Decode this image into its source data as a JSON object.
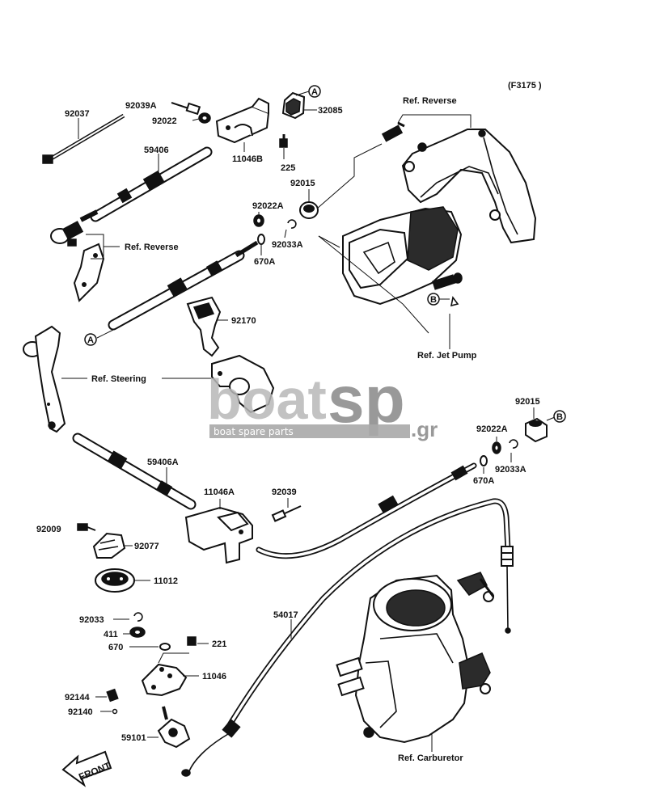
{
  "diagram": {
    "code": "(F3175 )",
    "labels": {
      "p92037": "92037",
      "p92039A": "92039A",
      "p92022": "92022",
      "p59406": "59406",
      "p11046B": "11046B",
      "p32085": "32085",
      "p225": "225",
      "p92015_top": "92015",
      "p92022A_top": "92022A",
      "p92033A_top": "92033A",
      "p670A_top": "670A",
      "p92170": "92170",
      "p92015_right": "92015",
      "p92022A_right": "92022A",
      "p92033A_right": "92033A",
      "p670A_right": "670A",
      "p59406A": "59406A",
      "p11046A": "11046A",
      "p92039": "92039",
      "p92009": "92009",
      "p92077": "92077",
      "p11012": "11012",
      "p54017": "54017",
      "p92033": "92033",
      "p411": "411",
      "p670": "670",
      "p221": "221",
      "p11046": "11046",
      "p92144": "92144",
      "p92140": "92140",
      "p59101": "59101"
    },
    "refs": {
      "reverse_top": "Ref. Reverse",
      "reverse_left": "Ref. Reverse",
      "jet_pump": "Ref. Jet Pump",
      "steering": "Ref. Steering",
      "carburetor": "Ref. Carburetor"
    },
    "markers": {
      "a": "A",
      "b": "B"
    },
    "front_label": "FRONT"
  },
  "watermark": {
    "word_boat": "boat",
    "word_sp": "sp",
    "suffix": ".gr",
    "tagline": "boat spare parts"
  }
}
